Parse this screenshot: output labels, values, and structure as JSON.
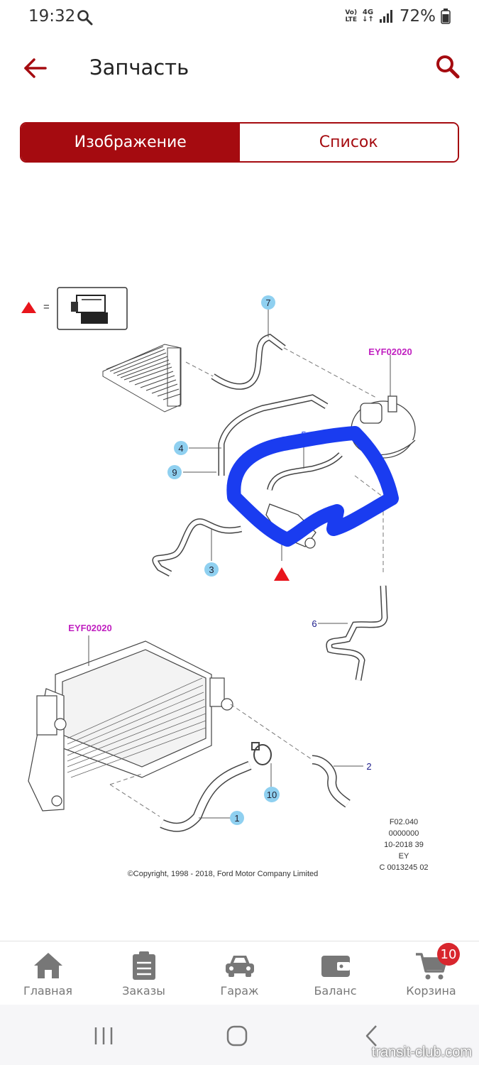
{
  "status_bar": {
    "time": "19:32",
    "volte_top": "Vo)",
    "volte_bottom": "LTE",
    "network": "4G",
    "battery": "72%"
  },
  "app_bar": {
    "title": "Запчасть"
  },
  "tabs": {
    "image": "Изображение",
    "list": "Список"
  },
  "diagram": {
    "legend_symbol": "=",
    "ref_top": "EYF02020",
    "ref_bottom": "EYF02020",
    "callouts": [
      "1",
      "2",
      "3",
      "4",
      "5",
      "6",
      "7",
      "9",
      "10"
    ],
    "info_lines": [
      "F02.040",
      "0000000",
      "10-2018 39",
      "EY",
      "C 0013245 02"
    ],
    "copyright": "©Copyright, 1998 - 2018, Ford Motor Company Limited"
  },
  "bottom_nav": {
    "items": [
      {
        "label": "Главная"
      },
      {
        "label": "Заказы"
      },
      {
        "label": "Гараж"
      },
      {
        "label": "Баланс"
      },
      {
        "label": "Корзина"
      }
    ],
    "cart_badge": "10"
  },
  "watermark": "transit-club.com",
  "colors": {
    "brand": "#a50b10",
    "badge": "#d8262d",
    "callout": "#8fd0f0",
    "highlight": "#1a3cf0"
  }
}
